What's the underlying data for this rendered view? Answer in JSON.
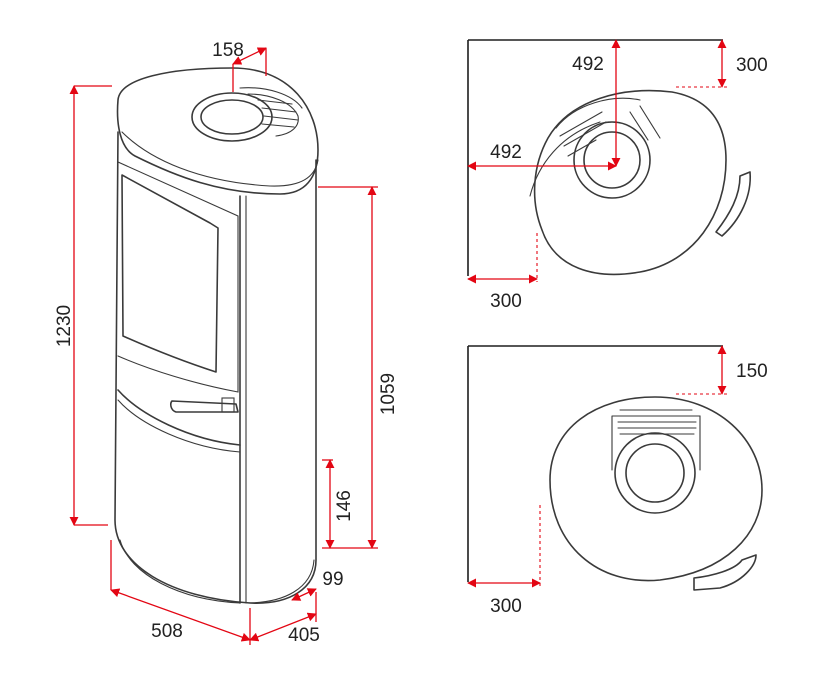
{
  "colors": {
    "dimension": "#e30613",
    "outline": "#3a3a3a",
    "text": "#222222"
  },
  "dimensions": {
    "flue_diameter": "158",
    "height_total": "1230",
    "height_flue": "1059",
    "height_air_inlet": "146",
    "width": "508",
    "depth": "405",
    "depth_offset": "99",
    "corner_side_a": "492",
    "corner_side_b": "492",
    "corner_clearance_back": "300",
    "corner_clearance_side": "300",
    "wall_clearance_back": "150",
    "wall_clearance_side": "300"
  }
}
